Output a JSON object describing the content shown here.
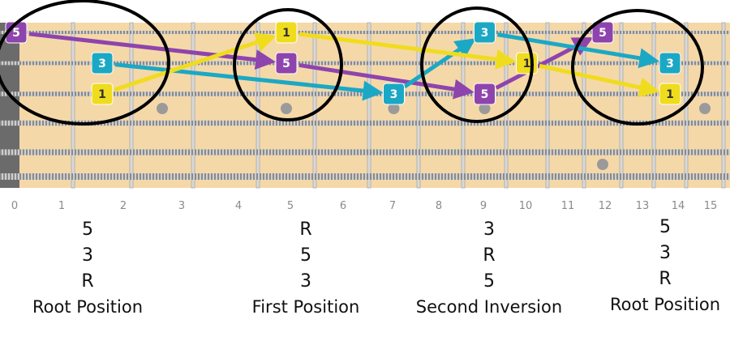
{
  "fret_numbers": [
    "0",
    "1",
    "2",
    "3",
    "4",
    "5",
    "6",
    "7",
    "8",
    "9",
    "10",
    "11",
    "12",
    "13",
    "14",
    "15"
  ],
  "colors": {
    "five": "#8e44ad",
    "third": "#1ba8c4",
    "root": "#f0dc1e",
    "wood": "#f5d8a8",
    "circle": "#000000"
  },
  "notes": [
    {
      "label": "5",
      "role": "five",
      "fret": 0,
      "string": 1
    },
    {
      "label": "3",
      "role": "third",
      "fret": 2,
      "string": 2
    },
    {
      "label": "1",
      "role": "root",
      "fret": 2,
      "string": 3
    },
    {
      "label": "1",
      "role": "root",
      "fret": 5,
      "string": 1
    },
    {
      "label": "5",
      "role": "five",
      "fret": 5,
      "string": 2
    },
    {
      "label": "3",
      "role": "third",
      "fret": 7,
      "string": 3
    },
    {
      "label": "3",
      "role": "third",
      "fret": 9,
      "string": 1
    },
    {
      "label": "1",
      "role": "root",
      "fret": 10,
      "string": 2
    },
    {
      "label": "5",
      "role": "five",
      "fret": 9,
      "string": 3
    },
    {
      "label": "5",
      "role": "five",
      "fret": 12,
      "string": 1
    },
    {
      "label": "3",
      "role": "third",
      "fret": 14,
      "string": 2
    },
    {
      "label": "1",
      "role": "root",
      "fret": 14,
      "string": 3
    }
  ],
  "positions": [
    {
      "degrees": [
        "5",
        "3",
        "R"
      ],
      "name": "Root Position"
    },
    {
      "degrees": [
        "R",
        "5",
        "3"
      ],
      "name": "First Position"
    },
    {
      "degrees": [
        "3",
        "R",
        "5"
      ],
      "name": "Second Inversion"
    },
    {
      "degrees": [
        "5",
        "3",
        "R"
      ],
      "name": "Root Position"
    }
  ]
}
